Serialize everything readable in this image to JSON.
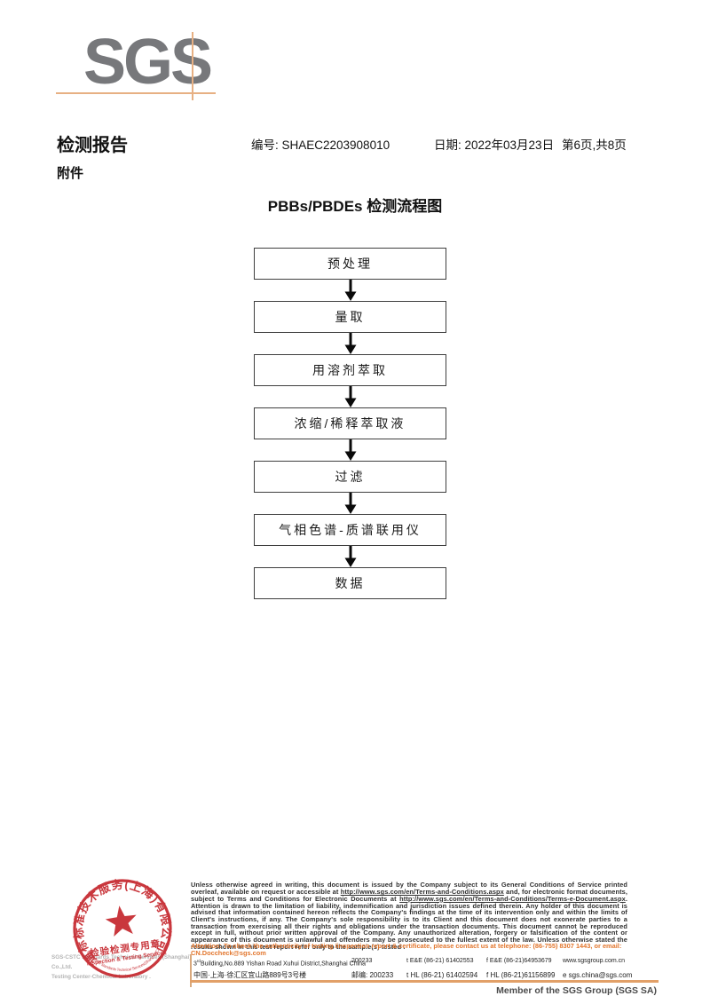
{
  "logo": {
    "text": "SGS"
  },
  "header": {
    "report_title": "检测报告",
    "report_no": "编号: SHAEC2203908010",
    "date": "日期: 2022年03月23日",
    "page_info": "第6页,共8页",
    "attachment": "附件"
  },
  "flowchart": {
    "title": "PBBs/PBDEs 检测流程图",
    "steps": [
      "预处理",
      "量取",
      "用溶剂萃取",
      "浓缩/稀释萃取液",
      "过滤",
      "气相色谱-质谱联用仪",
      "数据"
    ]
  },
  "stamp": {
    "arc_text": "通标标准技术服务(上海)有限公司",
    "bottom_arc_text": "SGS-CSTC Standards Technical Services(Shanghai)Co.,Ltd.",
    "line1": "检验检测专用章",
    "line2": "Inspection & Testing Services"
  },
  "company_gray": {
    "line1": "SGS-CSTC Standards Technical Services (Shanghai) Co.,Ltd.",
    "line2": "Testing Center-Chemical Laboratory ."
  },
  "legal": {
    "part1": "Unless otherwise agreed in writing, this document is issued by the Company subject to its General Conditions of Service printed overleaf, available on request or accessible at ",
    "url1": "http://www.sgs.com/en/Terms-and-Conditions.aspx",
    "part2": " and, for electronic format documents, subject to Terms and Conditions for Electronic Documents at ",
    "url2": "http://www.sgs.com/en/Terms-and-Conditions/Terms-e-Document.aspx",
    "part3": ". Attention is drawn to the limitation of liability, indemnification and jurisdiction issues defined therein. Any holder of this document is advised that information contained hereon reflects the Company's findings at the time of its intervention only and within the limits of Client's instructions, if any. The Company's sole responsibility is to its Client and this document does not exonerate parties to a transaction from exercising all their rights and obligations under the transaction documents. This document cannot be reproduced except in full, without prior written approval of the Company. Any unauthorized alteration, forgery or falsification of the content or appearance of this document is unlawful and offenders may be prosecuted to the fullest extent of the law. Unless otherwise stated the results shown in this test report refer only to the sample(s) tested ."
  },
  "attention": {
    "text": "Attention: To check the authenticity of testing /inspection report & certificate, please contact us at telephone: (86-755) 8307 1443, or email: CN.Doccheck@sgs.com"
  },
  "addresses": {
    "row1": {
      "addr_num": "3",
      "addr_sup": "rd",
      "addr_rest": "Building,No.889 Yishan Road Xuhui District,Shanghai China",
      "postal": "200233",
      "tel": "t E&E (86-21) 61402553",
      "fax": "f E&E (86-21)64953679",
      "web": "www.sgsgroup.com.cn"
    },
    "row2": {
      "addr": "中国·上海·徐汇区宜山路889号3号楼",
      "postal": "邮编: 200233",
      "tel": "t HL (86-21) 61402594",
      "fax": "f HL (86-21)61156899",
      "email": "e sgs.china@sgs.com"
    }
  },
  "footer": {
    "member": "Member of the SGS Group (SGS SA)"
  },
  "colors": {
    "accent_tan": "#e7b083",
    "bottom_line": "#e2a068",
    "attention_orange": "#e2762d",
    "stamp_red": "#c5272d",
    "logo_gray": "#77787b"
  }
}
